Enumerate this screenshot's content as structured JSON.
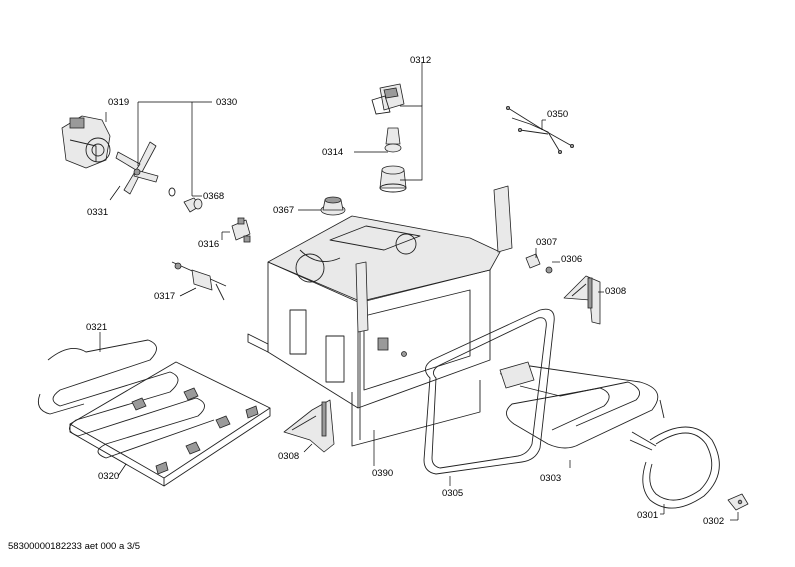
{
  "callouts": {
    "c0312": "0312",
    "c0314": "0314",
    "c0350": "0350",
    "c0319": "0319",
    "c0330": "0330",
    "c0368": "0368",
    "c0331": "0331",
    "c0367": "0367",
    "c0316": "0316",
    "c0307": "0307",
    "c0306": "0306",
    "c0317": "0317",
    "c0308a": "0308",
    "c0321": "0321",
    "c0308b": "0308",
    "c0390": "0390",
    "c0320": "0320",
    "c0305": "0305",
    "c0303": "0303",
    "c0301": "0301",
    "c0302": "0302"
  },
  "footer": "58300000182233 aet 000 a 3/5"
}
